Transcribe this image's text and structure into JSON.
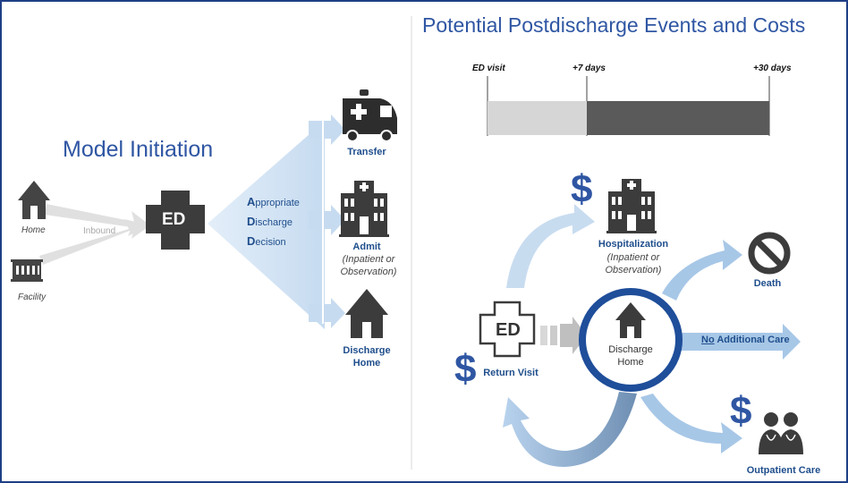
{
  "left": {
    "title": "Model Initiation",
    "home_label": "Home",
    "facility_label": "Facility",
    "inbound_label": "Inbound",
    "ed_label": "ED",
    "add": [
      {
        "initial": "A",
        "rest": "ppropriate"
      },
      {
        "initial": "D",
        "rest": "ischarge"
      },
      {
        "initial": "D",
        "rest": "ecision"
      }
    ],
    "outcomes": {
      "transfer": "Transfer",
      "admit": "Admit",
      "admit_sub1": "(Inpatient or",
      "admit_sub2": "Observation)",
      "discharge1": "Discharge",
      "discharge2": "Home"
    }
  },
  "right": {
    "title": "Potential Postdischarge Events and Costs",
    "timeline": {
      "start": "ED visit",
      "mid": "+7 days",
      "end": "+30 days"
    },
    "hospitalization": "Hospitalization",
    "hosp_sub1": "(Inpatient or",
    "hosp_sub2": "Observation)",
    "death": "Death",
    "no_underline": "No",
    "no_rest": " Additional Care",
    "outpatient": "Outpatient Care",
    "return_visit": "Return Visit",
    "ed_label": "ED",
    "discharge1": "Discharge",
    "discharge2": "Home",
    "dollar": "$"
  },
  "colors": {
    "border": "#1f3f86",
    "title_blue": "#2f56a3",
    "label_blue": "#1f4e8c",
    "arrow_light": "#c8dcf0",
    "arrow_mid": "#a7c7e7",
    "icon_dark": "#3c3c3c",
    "ring": "#1f4e9a"
  }
}
